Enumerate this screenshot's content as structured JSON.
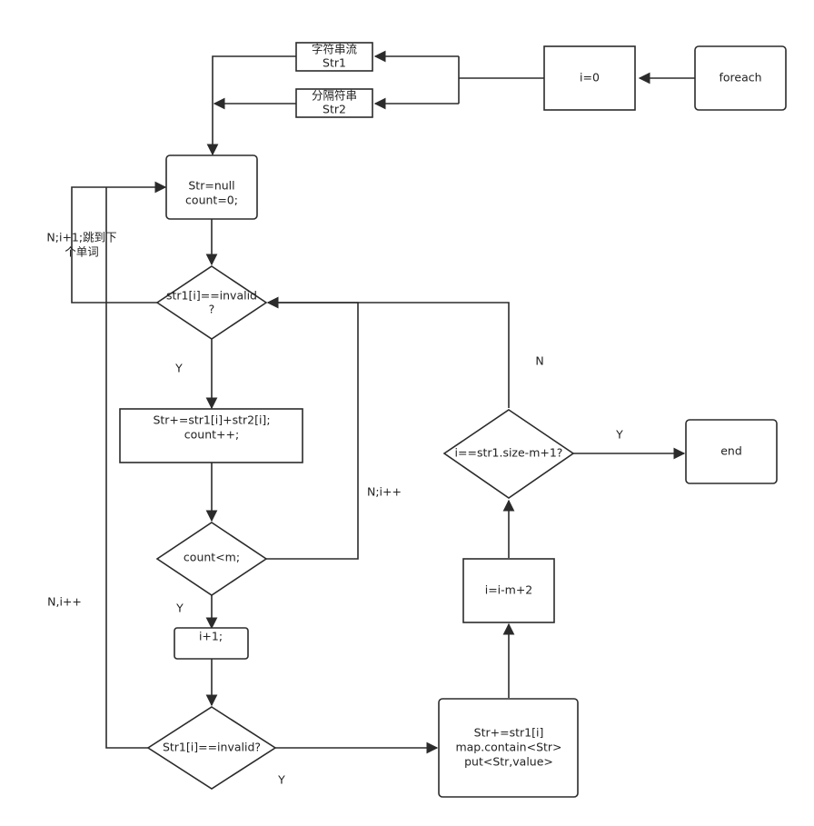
{
  "nodes": {
    "foreach": "foreach",
    "i0": "i=0",
    "stream_str1": [
      "字符串流",
      "Str1"
    ],
    "sep_str2": [
      "分隔符串",
      "Str2"
    ],
    "init": [
      "Str=null",
      "count=0;"
    ],
    "check_invalid": [
      "str1[i]==invalid",
      "?"
    ],
    "append": [
      "Str+=str1[i]+str2[i];",
      "count++;"
    ],
    "count_lt_m": "count<m;",
    "inc_i": "i+1;",
    "check_invalid2": "Str1[i]==invalid?",
    "put_map": [
      "Str+=str1[i]",
      "map.contain<Str>",
      "put<Str,value>"
    ],
    "i_update": "i=i-m+2",
    "check_end": "i==str1.size-m+1?",
    "end": "end"
  },
  "edge_labels": {
    "skip_word": [
      "N;i+1;跳到下",
      "个单词"
    ],
    "y_invalid": "Y",
    "n_count": "N;i++",
    "y_count": "Y",
    "n_left": "N,i++",
    "y_invalid2": "Y",
    "n_end": "N",
    "y_end": "Y"
  }
}
